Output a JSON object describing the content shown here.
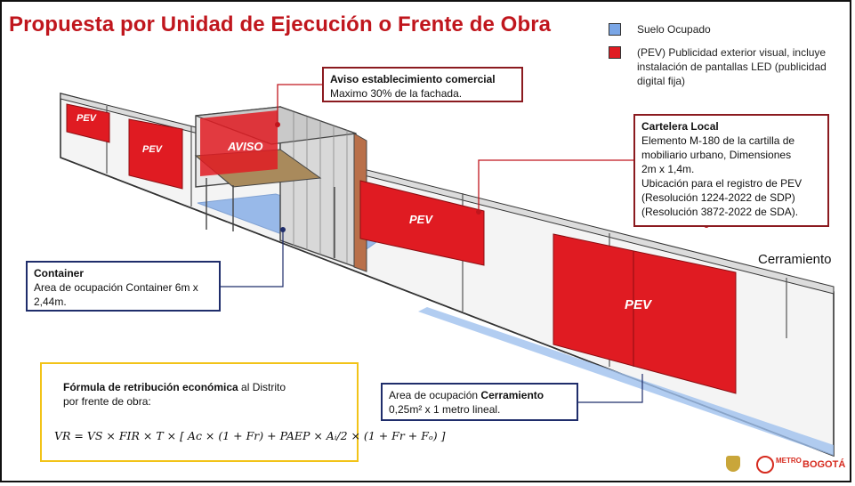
{
  "title": "Propuesta por Unidad de Ejecución o Frente de Obra",
  "legend": {
    "suelo_ocupado": "Suelo Ocupado",
    "pev": "(PEV) Publicidad exterior visual, incluye instalación de pantallas LED (publicidad digital fija)",
    "colors": {
      "suelo": "#7aa6e6",
      "pev": "#e01b22"
    }
  },
  "aviso_callout": {
    "title": "Aviso establecimiento comercial",
    "text": "Maximo 30% de la fachada."
  },
  "cartelera_callout": {
    "title": "Cartelera Local",
    "line1": "Elemento M-180 de la cartilla de",
    "line2": "mobiliario urbano, Dimensiones",
    "line3": "2m x 1,4m.",
    "line4": "Ubicación para el registro de PEV",
    "line5": "(Resolución 1224-2022 de SDP)",
    "line6": "(Resolución 3872-2022 de SDA)."
  },
  "container_callout": {
    "title": "Container",
    "text": "Area de ocupación Container 6m x 2,44m."
  },
  "cerramiento_callout": {
    "prefix": "Area de ocupación ",
    "bold": "Cerramiento",
    "text": "0,25m² x 1 metro lineal."
  },
  "cerramiento_label": "Cerramiento",
  "scene_labels": {
    "pev": "PEV",
    "aviso": "AVISO"
  },
  "formula": {
    "bold": "Fórmula de retribución económica",
    "rest": " al Distrito",
    "line2": "por frente de obra:",
    "expr": "VR = VS × FIR × T × [ Aᴄ × (1 + Fr) + PAEP × Aᵢ/2 × (1 + Fr + Fₒ) ]"
  },
  "logos": {
    "metro": "METRO",
    "bogota": "BOGOTÁ"
  }
}
